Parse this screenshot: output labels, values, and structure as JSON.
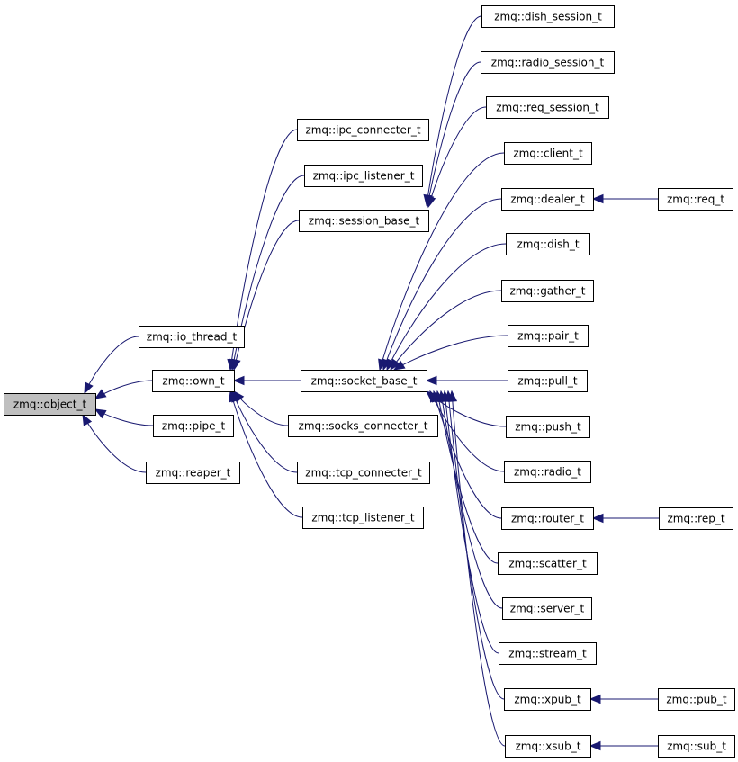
{
  "graph": {
    "root": "object_t",
    "nodes": [
      {
        "id": "object_t",
        "label": "zmq::object_t",
        "root": true
      },
      {
        "id": "io_thread_t",
        "label": "zmq::io_thread_t"
      },
      {
        "id": "own_t",
        "label": "zmq::own_t"
      },
      {
        "id": "pipe_t",
        "label": "zmq::pipe_t"
      },
      {
        "id": "reaper_t",
        "label": "zmq::reaper_t"
      },
      {
        "id": "ipc_connecter_t",
        "label": "zmq::ipc_connecter_t"
      },
      {
        "id": "ipc_listener_t",
        "label": "zmq::ipc_listener_t"
      },
      {
        "id": "session_base_t",
        "label": "zmq::session_base_t"
      },
      {
        "id": "socket_base_t",
        "label": "zmq::socket_base_t"
      },
      {
        "id": "socks_connecter_t",
        "label": "zmq::socks_connecter_t"
      },
      {
        "id": "tcp_connecter_t",
        "label": "zmq::tcp_connecter_t"
      },
      {
        "id": "tcp_listener_t",
        "label": "zmq::tcp_listener_t"
      },
      {
        "id": "dish_session_t",
        "label": "zmq::dish_session_t"
      },
      {
        "id": "radio_session_t",
        "label": "zmq::radio_session_t"
      },
      {
        "id": "req_session_t",
        "label": "zmq::req_session_t"
      },
      {
        "id": "client_t",
        "label": "zmq::client_t"
      },
      {
        "id": "dealer_t",
        "label": "zmq::dealer_t"
      },
      {
        "id": "dish_t",
        "label": "zmq::dish_t"
      },
      {
        "id": "gather_t",
        "label": "zmq::gather_t"
      },
      {
        "id": "pair_t",
        "label": "zmq::pair_t"
      },
      {
        "id": "pull_t",
        "label": "zmq::pull_t"
      },
      {
        "id": "push_t",
        "label": "zmq::push_t"
      },
      {
        "id": "radio_t",
        "label": "zmq::radio_t"
      },
      {
        "id": "router_t",
        "label": "zmq::router_t"
      },
      {
        "id": "scatter_t",
        "label": "zmq::scatter_t"
      },
      {
        "id": "server_t",
        "label": "zmq::server_t"
      },
      {
        "id": "stream_t",
        "label": "zmq::stream_t"
      },
      {
        "id": "xpub_t",
        "label": "zmq::xpub_t"
      },
      {
        "id": "xsub_t",
        "label": "zmq::xsub_t"
      },
      {
        "id": "req_t",
        "label": "zmq::req_t"
      },
      {
        "id": "rep_t",
        "label": "zmq::rep_t"
      },
      {
        "id": "pub_t",
        "label": "zmq::pub_t"
      },
      {
        "id": "sub_t",
        "label": "zmq::sub_t"
      }
    ],
    "edges": [
      {
        "from": "io_thread_t",
        "to": "object_t"
      },
      {
        "from": "own_t",
        "to": "object_t"
      },
      {
        "from": "pipe_t",
        "to": "object_t"
      },
      {
        "from": "reaper_t",
        "to": "object_t"
      },
      {
        "from": "ipc_connecter_t",
        "to": "own_t"
      },
      {
        "from": "ipc_listener_t",
        "to": "own_t"
      },
      {
        "from": "session_base_t",
        "to": "own_t"
      },
      {
        "from": "socket_base_t",
        "to": "own_t"
      },
      {
        "from": "socks_connecter_t",
        "to": "own_t"
      },
      {
        "from": "tcp_connecter_t",
        "to": "own_t"
      },
      {
        "from": "tcp_listener_t",
        "to": "own_t"
      },
      {
        "from": "dish_session_t",
        "to": "session_base_t"
      },
      {
        "from": "radio_session_t",
        "to": "session_base_t"
      },
      {
        "from": "req_session_t",
        "to": "session_base_t"
      },
      {
        "from": "client_t",
        "to": "socket_base_t"
      },
      {
        "from": "dealer_t",
        "to": "socket_base_t"
      },
      {
        "from": "dish_t",
        "to": "socket_base_t"
      },
      {
        "from": "gather_t",
        "to": "socket_base_t"
      },
      {
        "from": "pair_t",
        "to": "socket_base_t"
      },
      {
        "from": "pull_t",
        "to": "socket_base_t"
      },
      {
        "from": "push_t",
        "to": "socket_base_t"
      },
      {
        "from": "radio_t",
        "to": "socket_base_t"
      },
      {
        "from": "router_t",
        "to": "socket_base_t"
      },
      {
        "from": "scatter_t",
        "to": "socket_base_t"
      },
      {
        "from": "server_t",
        "to": "socket_base_t"
      },
      {
        "from": "stream_t",
        "to": "socket_base_t"
      },
      {
        "from": "xpub_t",
        "to": "socket_base_t"
      },
      {
        "from": "xsub_t",
        "to": "socket_base_t"
      },
      {
        "from": "req_t",
        "to": "dealer_t"
      },
      {
        "from": "rep_t",
        "to": "router_t"
      },
      {
        "from": "pub_t",
        "to": "xpub_t"
      },
      {
        "from": "sub_t",
        "to": "xsub_t"
      }
    ]
  },
  "style": {
    "edge_color": "#191970",
    "root_fill": "#bfbfbf",
    "node_fill": "#ffffff"
  }
}
